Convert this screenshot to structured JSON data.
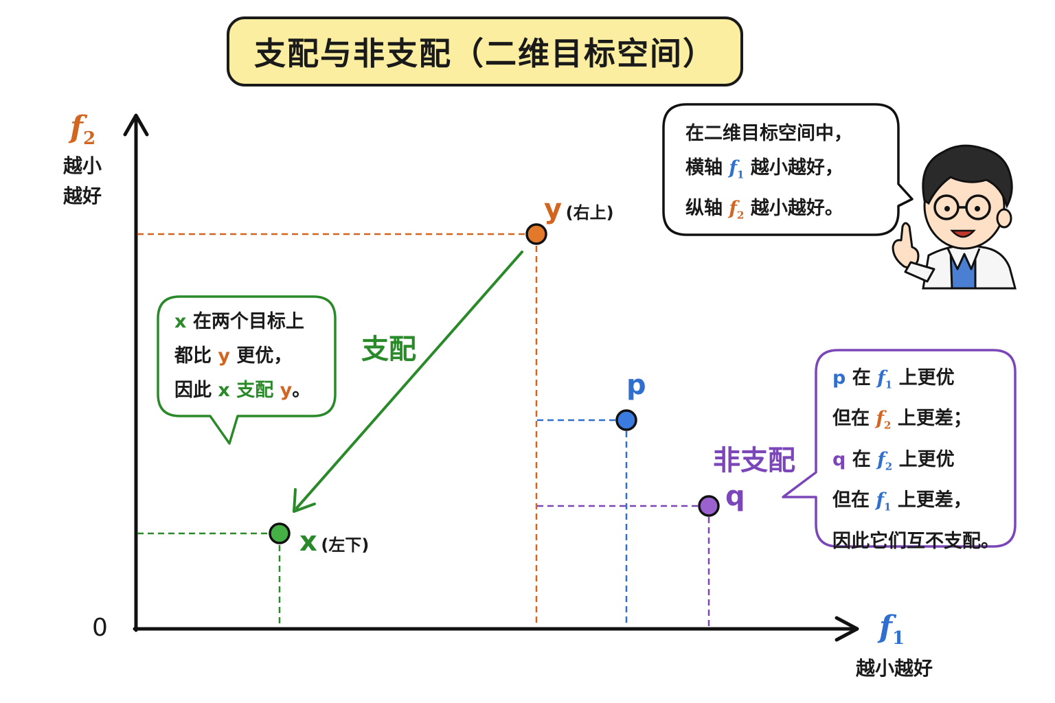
{
  "title": "支配与非支配（二维目标空间）",
  "axes": {
    "origin": "0",
    "x_name": "f",
    "x_sub": "1",
    "x_note": "越小越好",
    "y_name": "f",
    "y_sub": "2",
    "y_note_line1": "越小",
    "y_note_line2": "越好"
  },
  "points": {
    "y": {
      "name": "y",
      "tag": "(右上)",
      "color": "#e2782a"
    },
    "x": {
      "name": "x",
      "tag": "(左下)",
      "color": "#45b045"
    },
    "p": {
      "name": "p",
      "color": "#3b7be0"
    },
    "q": {
      "name": "q",
      "color": "#9b62cf"
    }
  },
  "labels": {
    "dominate": "支配",
    "non_dominate": "非支配"
  },
  "bubble_teacher": {
    "line1": "在二维目标空间中，",
    "line2_a": "横轴 ",
    "line2_b": " 越小越好，",
    "line3_a": "纵轴 ",
    "line3_b": " 越小越好。"
  },
  "bubble_green": {
    "line1_b": " 在两个目标上",
    "line2_a": "都比 ",
    "line2_c": " 更优，",
    "line3_a": "因此 ",
    "line3_c": " 支配 ",
    "line3_e": "。"
  },
  "bubble_purple": {
    "l1_b": " 在 ",
    "l1_d": " 上更优",
    "l2_a": "但在 ",
    "l2_c": " 上更差；",
    "l3_b": " 在 ",
    "l3_d": " 上更优",
    "l4_a": "但在 ",
    "l4_c": " 上更差，",
    "l5": "因此它们互不支配。"
  },
  "colors": {
    "green": "#2a8a2a",
    "orange": "#d2651f",
    "blue": "#2f6fd0",
    "purple": "#7a46b8",
    "title_bg": "#fbeea0"
  }
}
